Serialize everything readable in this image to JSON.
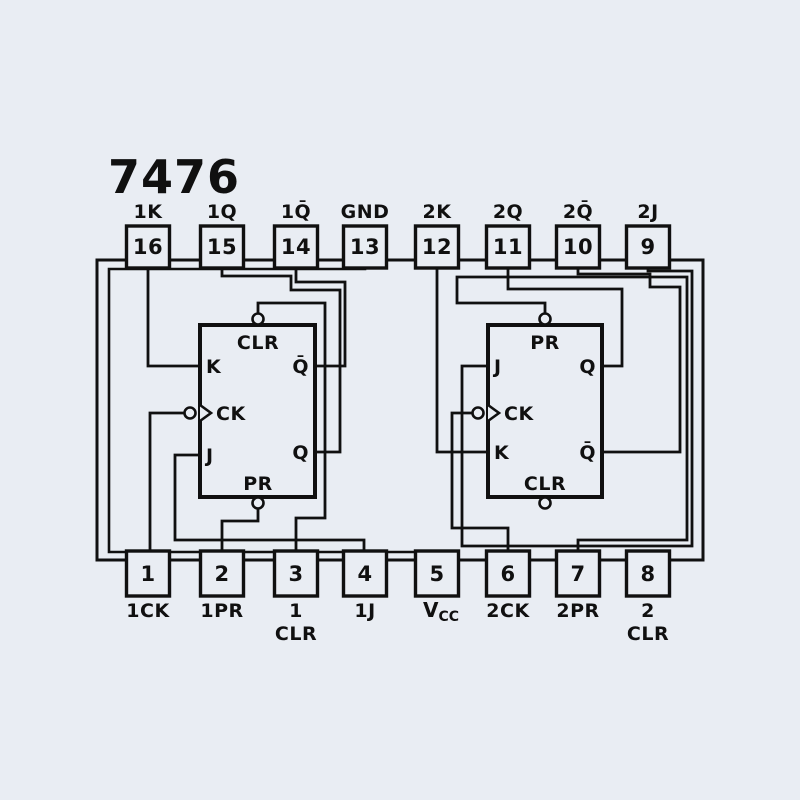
{
  "title": "7476",
  "colors": {
    "background": "#e9edf3",
    "ink": "#101010"
  },
  "chip": {
    "top_pins": [
      {
        "number": "16",
        "label": "1K"
      },
      {
        "number": "15",
        "label": "1Q"
      },
      {
        "number": "14",
        "label": "1Q̄"
      },
      {
        "number": "13",
        "label": "GND"
      },
      {
        "number": "12",
        "label": "2K"
      },
      {
        "number": "11",
        "label": "2Q"
      },
      {
        "number": "10",
        "label": "2Q̄"
      },
      {
        "number": "9",
        "label": "2J"
      }
    ],
    "bottom_pins": [
      {
        "number": "1",
        "label_lines": [
          "1CK"
        ]
      },
      {
        "number": "2",
        "label_lines": [
          "1PR"
        ]
      },
      {
        "number": "3",
        "label_lines": [
          "1",
          "CLR"
        ]
      },
      {
        "number": "4",
        "label_lines": [
          "1J"
        ]
      },
      {
        "number": "5",
        "label_lines": [
          "V"
        ],
        "sub": "CC"
      },
      {
        "number": "6",
        "label_lines": [
          "2CK"
        ]
      },
      {
        "number": "7",
        "label_lines": [
          "2PR"
        ]
      },
      {
        "number": "8",
        "label_lines": [
          "2",
          "CLR"
        ]
      }
    ]
  },
  "flip_flops": [
    {
      "id": "ff1",
      "top_control": "CLR",
      "bottom_control": "PR",
      "left_ports": [
        "K",
        "CK",
        "J"
      ],
      "right_ports": [
        "Q̄",
        "Q"
      ]
    },
    {
      "id": "ff2",
      "top_control": "PR",
      "bottom_control": "CLR",
      "left_ports": [
        "J",
        "CK",
        "K"
      ],
      "right_ports": [
        "Q",
        "Q̄"
      ]
    }
  ]
}
